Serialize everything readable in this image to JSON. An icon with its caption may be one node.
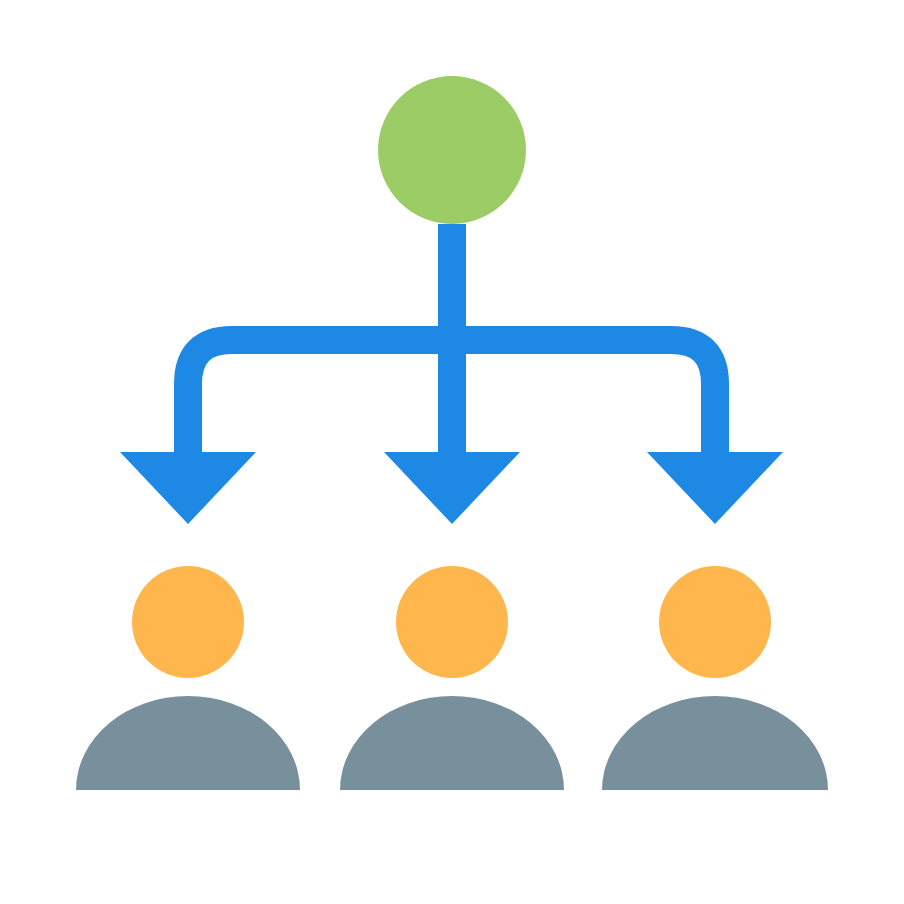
{
  "diagram": {
    "nodes": [
      {
        "text": [],
        "shape": "circle"
      },
      {
        "text": [],
        "shape": "person"
      },
      {
        "text": [],
        "shape": "person"
      },
      {
        "text": [],
        "shape": "person"
      }
    ],
    "edges": [
      {
        "from": 0,
        "to": 1,
        "arrow": "to"
      },
      {
        "from": 0,
        "to": 2,
        "arrow": "to"
      },
      {
        "from": 0,
        "to": 3,
        "arrow": "to"
      }
    ]
  }
}
